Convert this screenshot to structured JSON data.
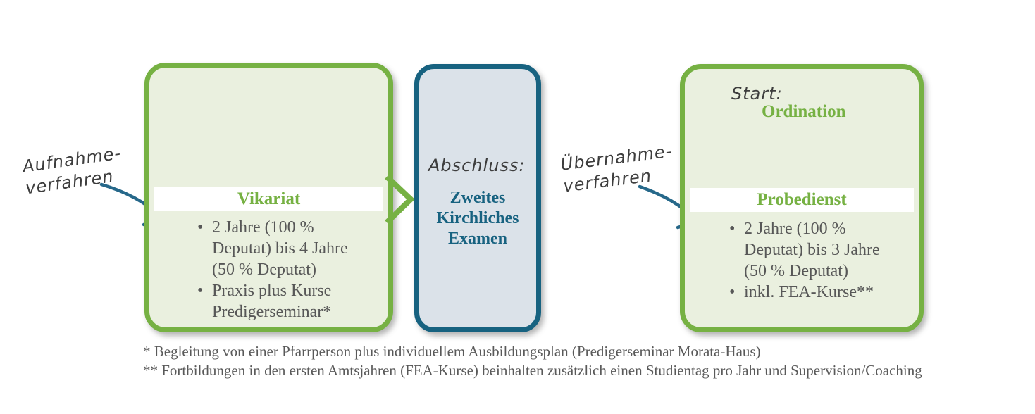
{
  "colors": {
    "green": "#76b143",
    "green_fill": "#eaf0df",
    "teal": "#176280",
    "teal_fill": "#dbe2e9",
    "body_text": "#575757",
    "handwriting": "#3d3d3d",
    "arrow": "#26688a"
  },
  "annotations": {
    "left_label": "Aufnahme-\nverfahren",
    "right_label": "Übernahme-\nverfahren"
  },
  "boxes": {
    "vikariat": {
      "title": "Vikariat",
      "bullet_marker": "•",
      "bullets": [
        "2 Jahre (100 %\nDeputat) bis 4 Jahre\n(50 % Deputat)",
        "Praxis plus Kurse\nPredigerseminar*"
      ]
    },
    "examen": {
      "label": "Abschluss:",
      "title": "Zweites\nKirchliches\nExamen"
    },
    "probedienst": {
      "start_label": "Start:",
      "start_value": "Ordination",
      "title": "Probedienst",
      "bullet_marker": "•",
      "bullets": [
        "2 Jahre (100 %\nDeputat) bis 3 Jahre\n(50 % Deputat)",
        "inkl. FEA-Kurse**"
      ]
    }
  },
  "footnotes": [
    "* Begleitung von einer Pfarrperson plus individuellem Ausbildungsplan (Predigerseminar Morata-Haus)",
    "** Fortbildungen in den ersten Amtsjahren (FEA-Kurse) beinhalten zusätzlich einen Studientag pro Jahr und Supervision/Coaching"
  ]
}
